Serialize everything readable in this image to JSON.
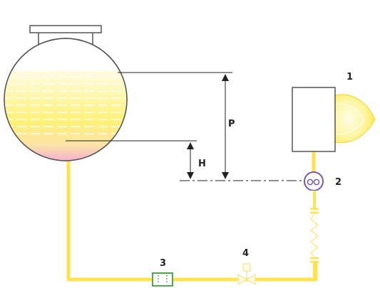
{
  "labels": {
    "burner": "1",
    "pump": "2",
    "filter": "3",
    "valve": "4",
    "pressure_head": "P",
    "suction_height": "H"
  },
  "colors": {
    "pipe": "#ffe24d",
    "liquid": "#fff27a",
    "flame": "#ffef6e",
    "pump": "#7a5aa8",
    "filter": "#3aa23a",
    "outline": "#555555"
  }
}
